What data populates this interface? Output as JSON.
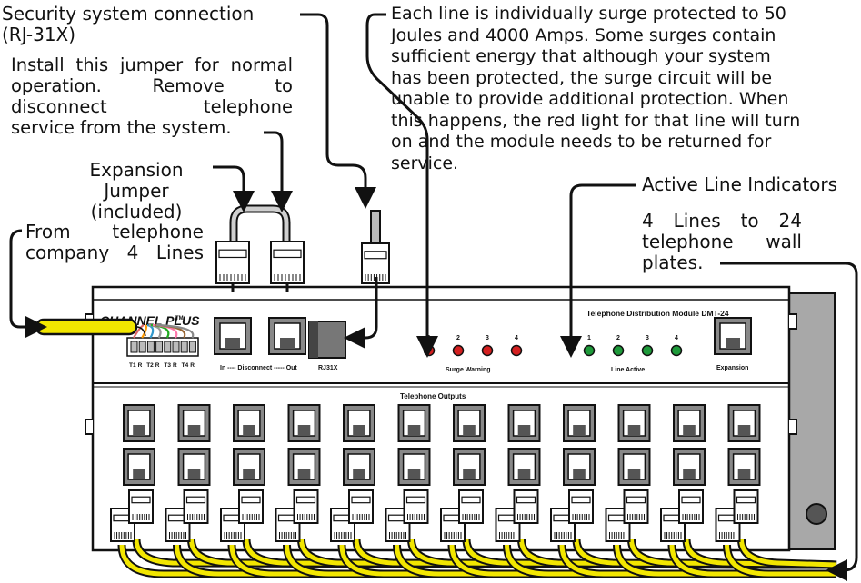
{
  "callouts": {
    "security": [
      "Security system connection",
      "(RJ-31X)"
    ],
    "jumper_note": [
      "Install this jumper for normal",
      "operation.  Remove  to",
      "disconnect  telephone",
      "service from the system."
    ],
    "expansion": [
      "Expansion Jumper",
      "(included)"
    ],
    "from_telco": [
      "From   telephone",
      "company 4 Lines"
    ],
    "surge": [
      "Each line is individually surge protected to 50",
      "Joules and 4000 Amps. Some surges contain",
      "sufficient energy that although your system",
      "has been protected, the surge circuit will be",
      "unable to provide additional protection. When",
      "this happens, the red light for that line will turn",
      "on and the module needs to be returned for",
      "service."
    ],
    "active_indicators": "Active Line Indicators",
    "lines_to_plates": [
      "4  Lines  to  24",
      "telephone  wall",
      "plates."
    ]
  },
  "panel": {
    "brand": "CHANNEL PLUS",
    "brand_mark": "TM",
    "title": "Telephone Distribution Module DMT-24",
    "in_disconnect_out": "In ---- Disconnect ----- Out",
    "rj31x": "RJ31X",
    "surge_warning": "Surge Warning",
    "line_active": "Line Active",
    "expansion": "Expansion",
    "telephone_outputs": "Telephone Outputs",
    "led_numbers": [
      "1",
      "2",
      "3",
      "4"
    ],
    "terminal_labels": [
      "T1",
      "R",
      "T2",
      "R",
      "T3",
      "R",
      "T4",
      "R"
    ]
  },
  "colors": {
    "surge_led": "#d42020",
    "active_led": "#1e9a3a",
    "cable_yellow": "#f2e600",
    "panel_face": "#ffffff",
    "bracket": "#a8a8a8"
  }
}
